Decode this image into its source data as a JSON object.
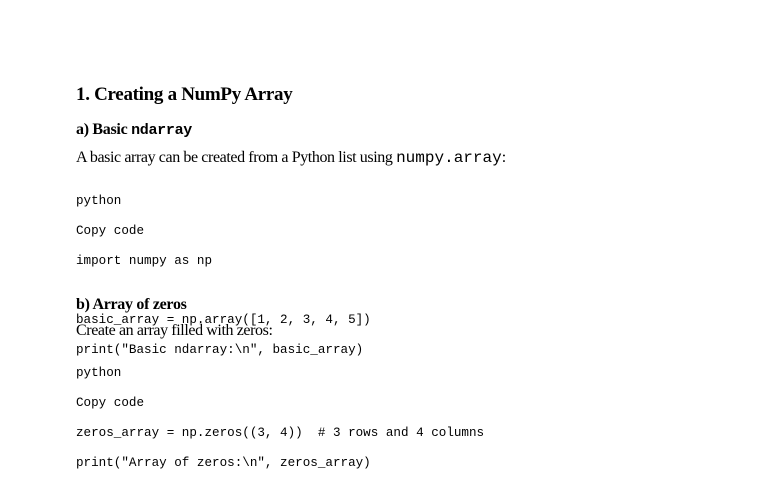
{
  "section1": {
    "title": "1. Creating a NumPy Array",
    "sub_a": {
      "prefix": "a) Basic ",
      "code": "ndarray",
      "para_text": "A basic array can be created from a Python list using ",
      "para_code": "numpy.array",
      "para_suffix": ":",
      "code_lang": "python",
      "copy_label": "Copy code",
      "code_lines": [
        "import numpy as np",
        "",
        "basic_array = np.array([1, 2, 3, 4, 5])",
        "print(\"Basic ndarray:\\n\", basic_array)"
      ]
    },
    "sub_b": {
      "title": "b) Array of zeros",
      "para": "Create an array filled with zeros:",
      "code_lang": "python",
      "copy_label": "Copy code",
      "code_lines": [
        "zeros_array = np.zeros((3, 4))  # 3 rows and 4 columns",
        "print(\"Array of zeros:\\n\", zeros_array)"
      ]
    }
  }
}
